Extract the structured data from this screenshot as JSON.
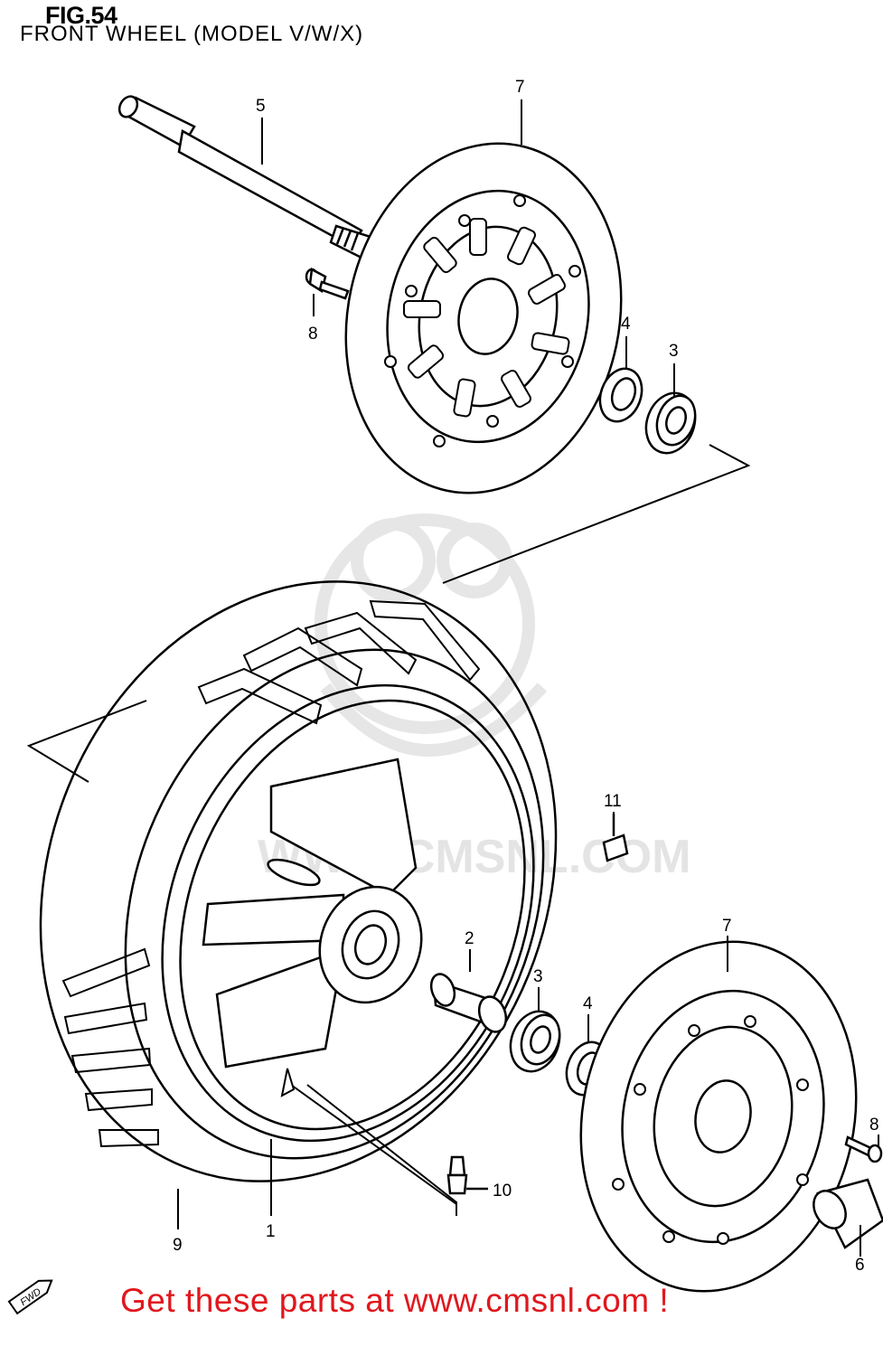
{
  "figure": {
    "number": "FIG.54",
    "title": "FRONT WHEEL (MODEL V/W/X)"
  },
  "callouts": {
    "c1": "1",
    "c2": "2",
    "c3a": "3",
    "c3b": "3",
    "c4a": "4",
    "c4b": "4",
    "c5": "5",
    "c6": "6",
    "c7a": "7",
    "c7b": "7",
    "c8a": "8",
    "c8b": "8",
    "c9": "9",
    "c10": "10",
    "c11": "11"
  },
  "watermark": "WWW.CMSNL.COM",
  "fwd_label": "FWD",
  "footer": "Get these parts at www.cmsnl.com !",
  "colors": {
    "line": "#000000",
    "footer": "#e0171d",
    "watermark": "#e4e4e4"
  }
}
